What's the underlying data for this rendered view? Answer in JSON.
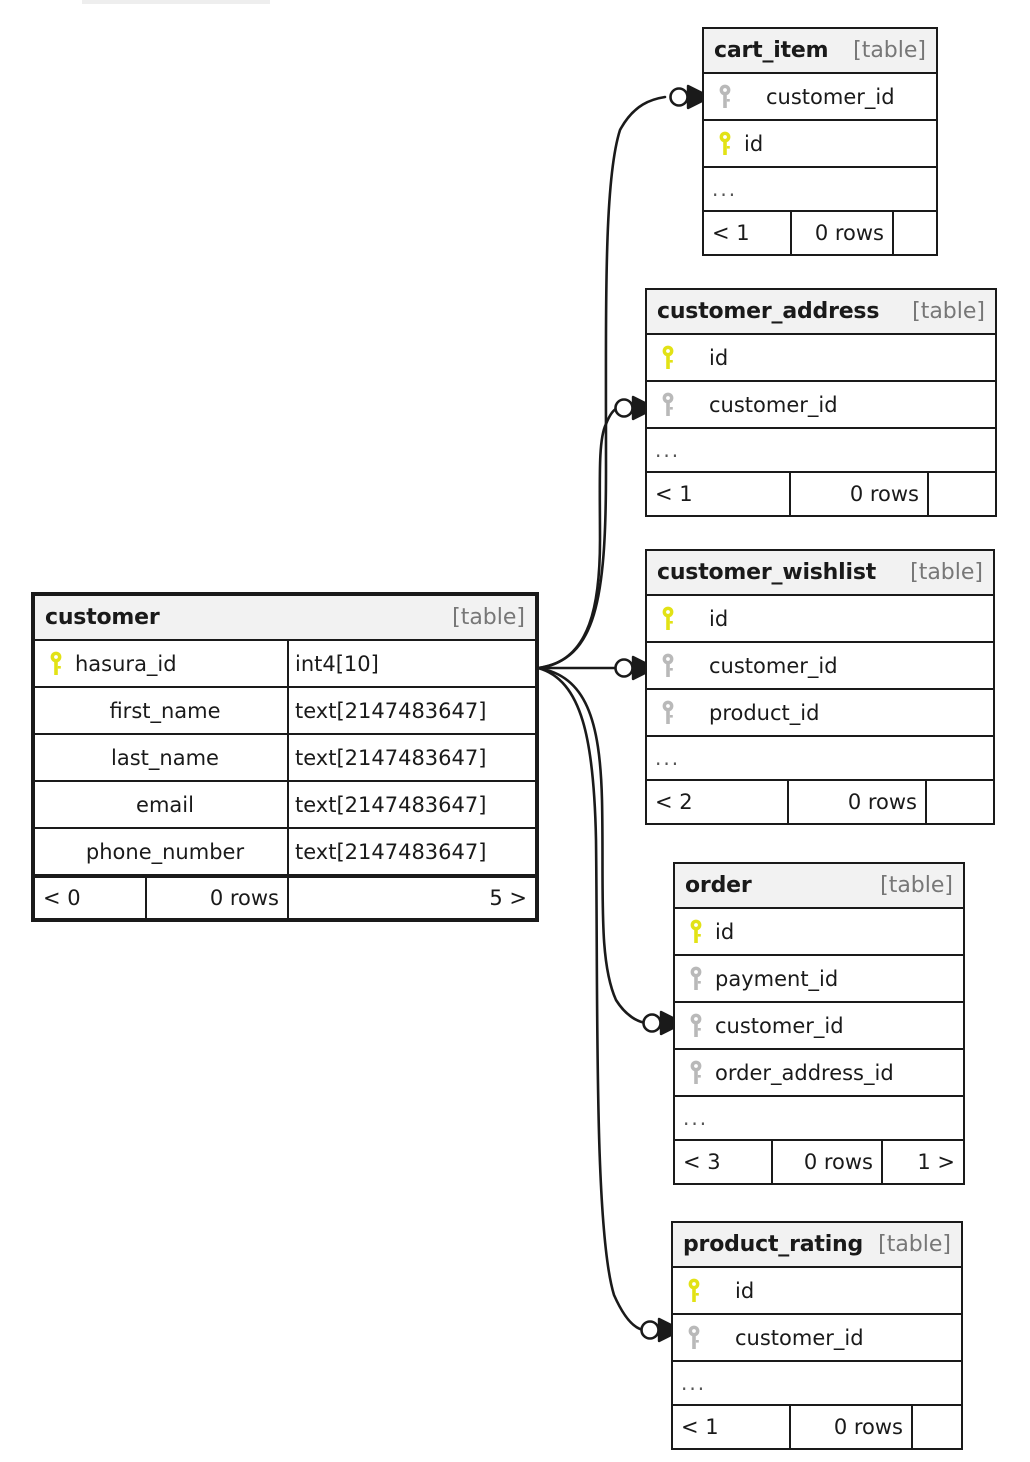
{
  "diagram": {
    "kind_suffix": "[table]",
    "ellipsis": "...",
    "rows_suffix": "0 rows",
    "colors": {
      "pk_key": "#e2e215",
      "fk_key": "#b9b9b9",
      "border": "#1a1a1a",
      "header_bg": "#f2f2f2",
      "kind_text": "#777777",
      "background": "#ffffff"
    }
  },
  "tables": {
    "cart_item": {
      "name": "cart_item",
      "kind": "[table]",
      "columns": [
        {
          "name": "customer_id",
          "key": "fk",
          "type": ""
        },
        {
          "name": "id",
          "key": "pk",
          "type": ""
        }
      ],
      "has_ellipsis": true,
      "footer": {
        "left": "< 1",
        "mid": "0 rows",
        "right": ""
      }
    },
    "customer_address": {
      "name": "customer_address",
      "kind": "[table]",
      "columns": [
        {
          "name": "id",
          "key": "pk",
          "type": ""
        },
        {
          "name": "customer_id",
          "key": "fk",
          "type": ""
        }
      ],
      "has_ellipsis": true,
      "footer": {
        "left": "< 1",
        "mid": "0 rows",
        "right": ""
      }
    },
    "customer_wishlist": {
      "name": "customer_wishlist",
      "kind": "[table]",
      "columns": [
        {
          "name": "id",
          "key": "pk",
          "type": ""
        },
        {
          "name": "customer_id",
          "key": "fk",
          "type": ""
        },
        {
          "name": "product_id",
          "key": "fk",
          "type": ""
        }
      ],
      "has_ellipsis": true,
      "footer": {
        "left": "< 2",
        "mid": "0 rows",
        "right": ""
      }
    },
    "customer": {
      "name": "customer",
      "kind": "[table]",
      "focused": true,
      "columns": [
        {
          "name": "hasura_id",
          "key": "pk",
          "type": "int4[10]"
        },
        {
          "name": "first_name",
          "key": "none",
          "type": "text[2147483647]"
        },
        {
          "name": "last_name",
          "key": "none",
          "type": "text[2147483647]"
        },
        {
          "name": "email",
          "key": "none",
          "type": "text[2147483647]"
        },
        {
          "name": "phone_number",
          "key": "none",
          "type": "text[2147483647]"
        }
      ],
      "has_ellipsis": false,
      "footer": {
        "left": "< 0",
        "mid": "0 rows",
        "right": "5 >"
      }
    },
    "order": {
      "name": "order",
      "kind": "[table]",
      "columns": [
        {
          "name": "id",
          "key": "pk",
          "type": ""
        },
        {
          "name": "payment_id",
          "key": "fk",
          "type": ""
        },
        {
          "name": "customer_id",
          "key": "fk",
          "type": ""
        },
        {
          "name": "order_address_id",
          "key": "fk",
          "type": ""
        }
      ],
      "has_ellipsis": true,
      "footer": {
        "left": "< 3",
        "mid": "0 rows",
        "right": "1 >"
      }
    },
    "product_rating": {
      "name": "product_rating",
      "kind": "[table]",
      "columns": [
        {
          "name": "id",
          "key": "pk",
          "type": ""
        },
        {
          "name": "customer_id",
          "key": "fk",
          "type": ""
        }
      ],
      "has_ellipsis": true,
      "footer": {
        "left": "< 1",
        "mid": "0 rows",
        "right": ""
      }
    }
  },
  "relationships": [
    {
      "from": "customer.hasura_id",
      "to": "cart_item.customer_id",
      "from_cardinality": "one",
      "to_cardinality": "zero-or-many"
    },
    {
      "from": "customer.hasura_id",
      "to": "customer_address.customer_id",
      "from_cardinality": "one",
      "to_cardinality": "zero-or-many"
    },
    {
      "from": "customer.hasura_id",
      "to": "customer_wishlist.customer_id",
      "from_cardinality": "one",
      "to_cardinality": "zero-or-many"
    },
    {
      "from": "customer.hasura_id",
      "to": "order.customer_id",
      "from_cardinality": "one",
      "to_cardinality": "zero-or-many"
    },
    {
      "from": "customer.hasura_id",
      "to": "product_rating.customer_id",
      "from_cardinality": "one",
      "to_cardinality": "zero-or-many"
    }
  ]
}
